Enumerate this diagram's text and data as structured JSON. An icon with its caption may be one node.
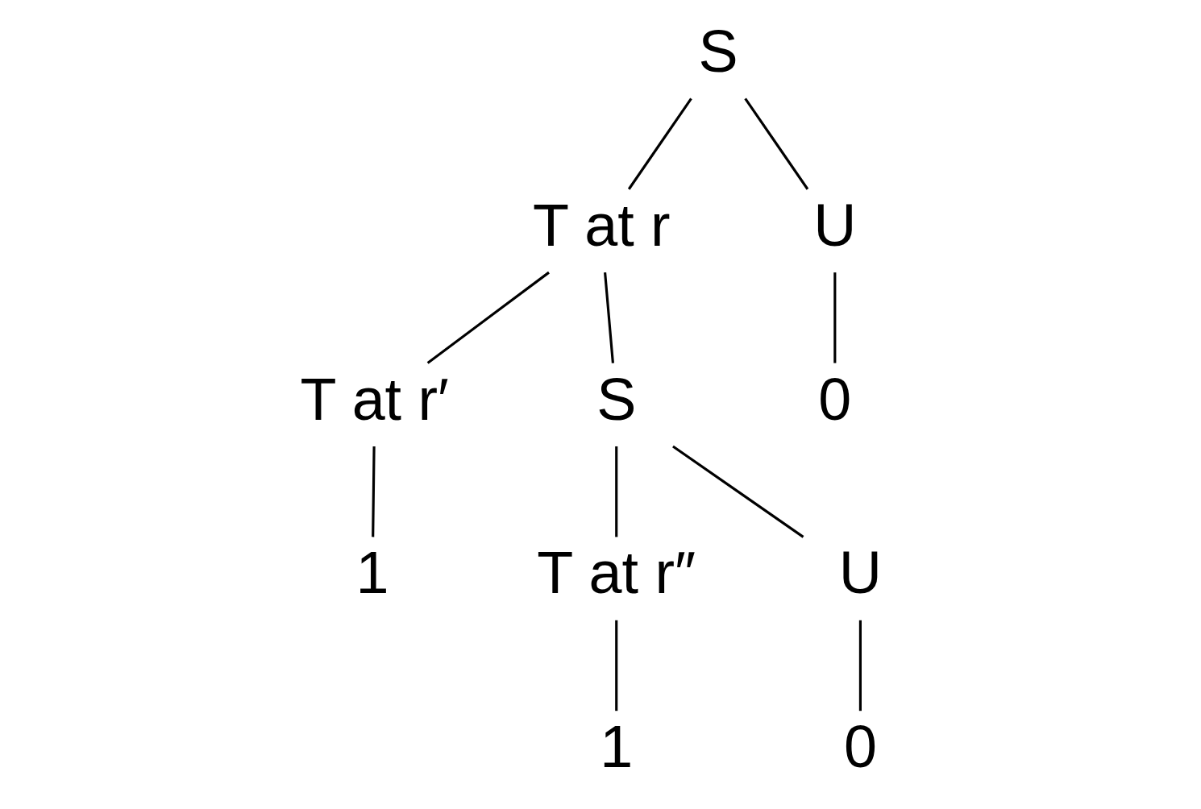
{
  "diagram": {
    "nodes": [
      {
        "text": [
          "S"
        ]
      },
      {
        "text": [
          "T at r"
        ]
      },
      {
        "text": [
          "U"
        ]
      },
      {
        "text": [
          "T at r′"
        ]
      },
      {
        "text": [
          "S"
        ]
      },
      {
        "text": [
          "0"
        ]
      },
      {
        "text": [
          "1"
        ]
      },
      {
        "text": [
          "T at r″"
        ]
      },
      {
        "text": [
          "U"
        ]
      },
      {
        "text": [
          "1"
        ]
      },
      {
        "text": [
          "0"
        ]
      }
    ],
    "edges": [
      {
        "from": 0,
        "to": 1,
        "arrow": "none"
      },
      {
        "from": 0,
        "to": 2,
        "arrow": "none"
      },
      {
        "from": 1,
        "to": 3,
        "arrow": "none"
      },
      {
        "from": 1,
        "to": 4,
        "arrow": "none"
      },
      {
        "from": 2,
        "to": 5,
        "arrow": "none"
      },
      {
        "from": 3,
        "to": 6,
        "arrow": "none"
      },
      {
        "from": 4,
        "to": 7,
        "arrow": "none"
      },
      {
        "from": 4,
        "to": 8,
        "arrow": "none"
      },
      {
        "from": 7,
        "to": 9,
        "arrow": "none"
      },
      {
        "from": 8,
        "to": 10,
        "arrow": "none"
      }
    ]
  }
}
